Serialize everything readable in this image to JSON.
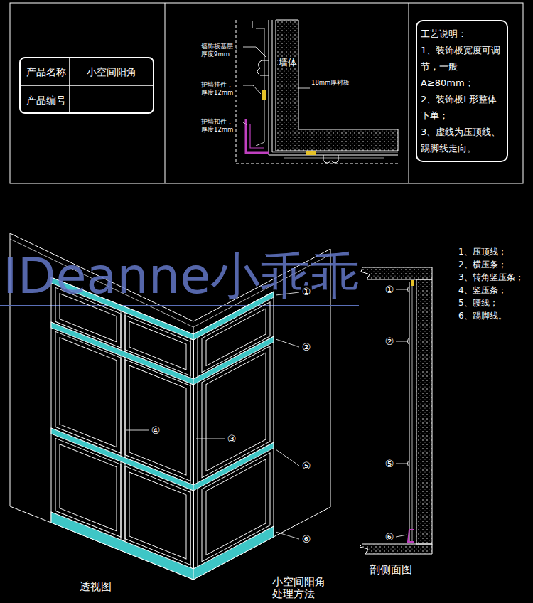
{
  "diagram": {
    "nodes": [
      {
        "text": [
          "产品名称",
          "小空间阳角",
          "产品编号"
        ]
      },
      {
        "text": [
          "工艺说明：",
          "1、装饰板宽度可调节，一般A≥80mm；",
          "2、装饰板L形整体下单；",
          "3、虚线为压顶线、踢脚线走向。"
        ]
      }
    ],
    "labels": [
      "墙饰板基层， 厚度9mm",
      "护墙挂件， 厚度12mm",
      "护墙扣件， 厚度12mm",
      "墙体",
      "18mm厚衬板",
      "IDeanne小乖乖",
      "①",
      "②",
      "③",
      "④",
      "⑤",
      "⑥",
      "1、压顶线；",
      "2、横压条；",
      "3、转角竖压条；",
      "4、竖压条；",
      "5、腰线；",
      "6、踢脚线。",
      "①",
      "②",
      "⑤",
      "⑥",
      "透视图",
      "小空间阳角 处理方法",
      "剖侧面图"
    ]
  }
}
